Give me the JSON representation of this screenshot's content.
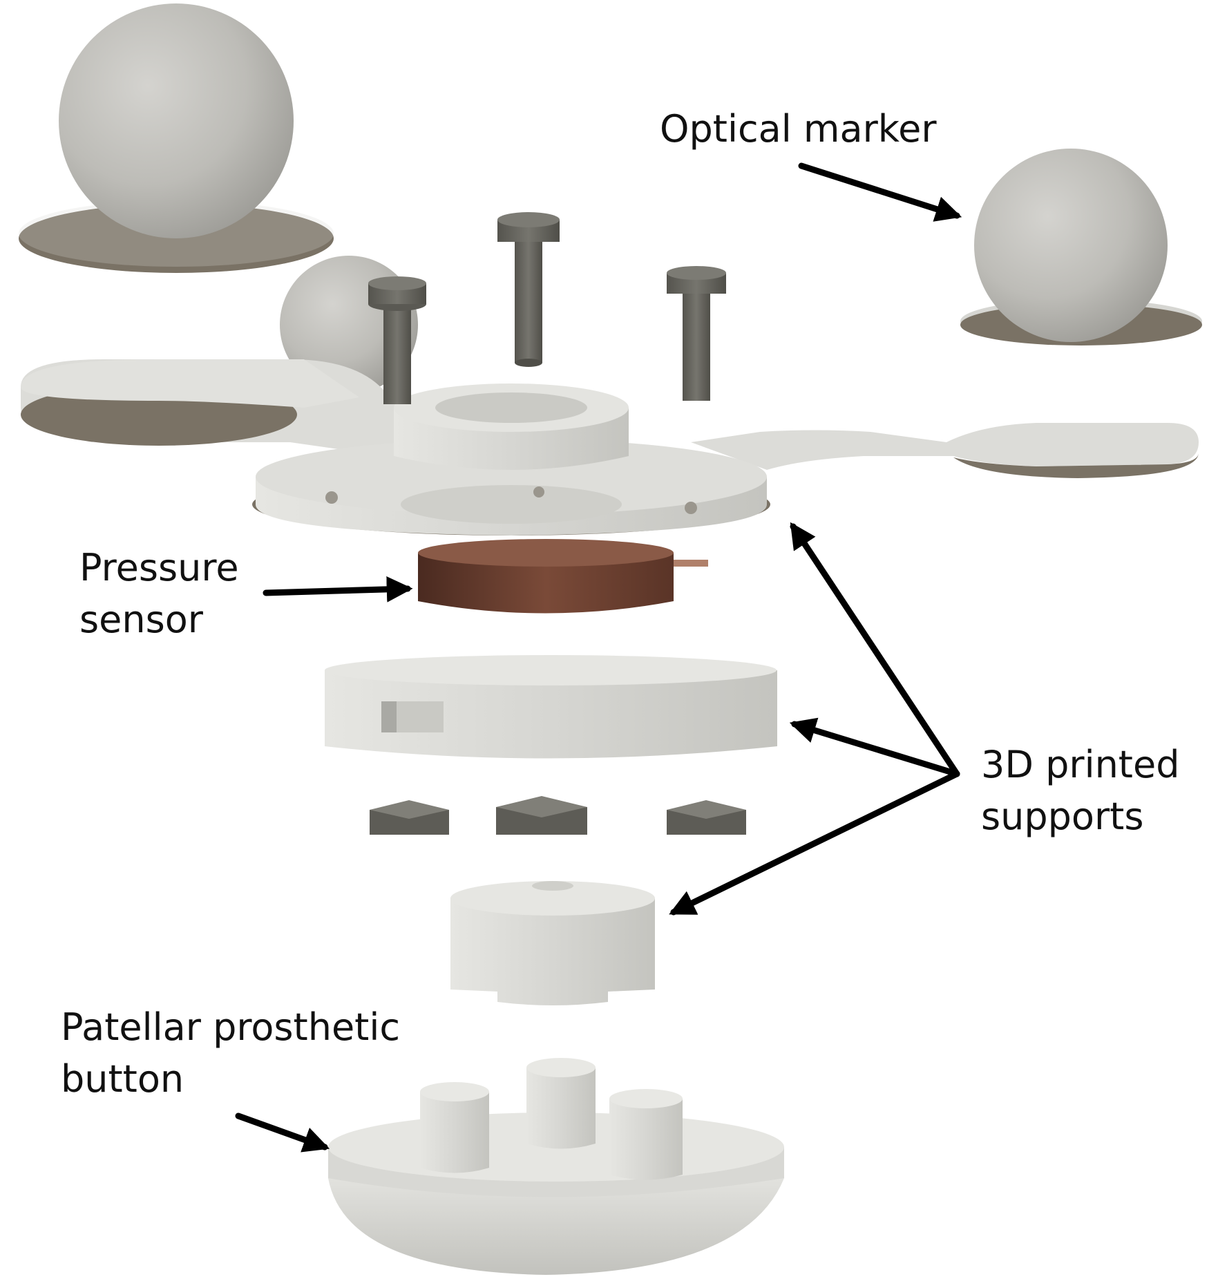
{
  "labels": {
    "optical_marker": [
      "Optical marker"
    ],
    "pressure_sensor": [
      "Pressure",
      "sensor"
    ],
    "printed_supports": [
      "3D printed",
      "supports"
    ],
    "patellar_button": [
      "Patellar prosthetic",
      "button"
    ]
  },
  "colors": {
    "plastic": "#dcdcd8",
    "plastic_shade": "#b9b9b4",
    "plastic_under": "#7a7265",
    "metal": "#6b6a63",
    "metal_dark": "#4f4e48",
    "sensor": "#6b3f30",
    "arrow": "#000000"
  }
}
